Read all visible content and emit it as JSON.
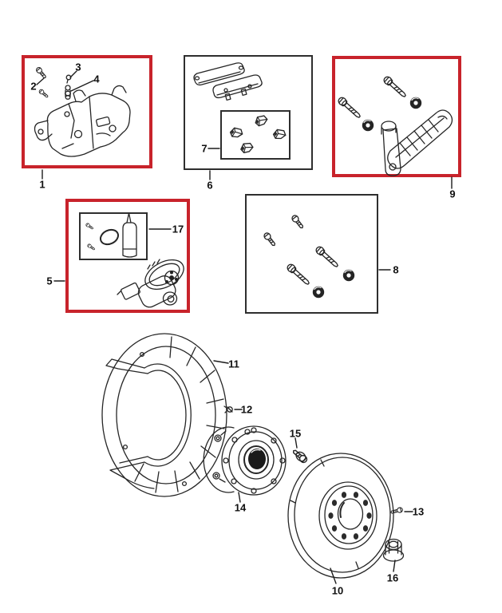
{
  "colors": {
    "background": "#ffffff",
    "highlight_box": "#c8232b",
    "plain_box": "#2e2e2e",
    "line_art": "#262626",
    "label_text": "#101010"
  },
  "callouts": [
    {
      "label": "1",
      "part_name": "brake-caliper-assembly",
      "boxed": true,
      "highlighted": true
    },
    {
      "label": "2",
      "part_name": "caliper-pin-bolt",
      "boxed": false,
      "highlighted": false
    },
    {
      "label": "3",
      "part_name": "bleeder-cap",
      "boxed": false,
      "highlighted": false
    },
    {
      "label": "4",
      "part_name": "bleeder-screw",
      "boxed": false,
      "highlighted": false
    },
    {
      "label": "5",
      "part_name": "parking-brake-actuator-kit",
      "boxed": true,
      "highlighted": true
    },
    {
      "label": "6",
      "part_name": "brake-pad-kit",
      "boxed": true,
      "highlighted": false
    },
    {
      "label": "7",
      "part_name": "pad-hardware-clip-kit",
      "boxed": true,
      "highlighted": false
    },
    {
      "label": "8",
      "part_name": "guide-pin-kit",
      "boxed": true,
      "highlighted": false
    },
    {
      "label": "9",
      "part_name": "caliper-bracket-kit",
      "boxed": true,
      "highlighted": true
    },
    {
      "label": "10",
      "part_name": "brake-rotor",
      "boxed": false,
      "highlighted": false
    },
    {
      "label": "11",
      "part_name": "splash-shield",
      "boxed": false,
      "highlighted": false
    },
    {
      "label": "12",
      "part_name": "shield-screw",
      "boxed": false,
      "highlighted": false
    },
    {
      "label": "13",
      "part_name": "rotor-set-screw",
      "boxed": false,
      "highlighted": false
    },
    {
      "label": "14",
      "part_name": "hub-bearing-assembly",
      "boxed": false,
      "highlighted": false
    },
    {
      "label": "15",
      "part_name": "hub-bolt",
      "boxed": false,
      "highlighted": false
    },
    {
      "label": "16",
      "part_name": "axle-flange-nut",
      "boxed": false,
      "highlighted": false
    },
    {
      "label": "17",
      "part_name": "seal-and-grease-kit",
      "boxed": true,
      "highlighted": false
    }
  ]
}
